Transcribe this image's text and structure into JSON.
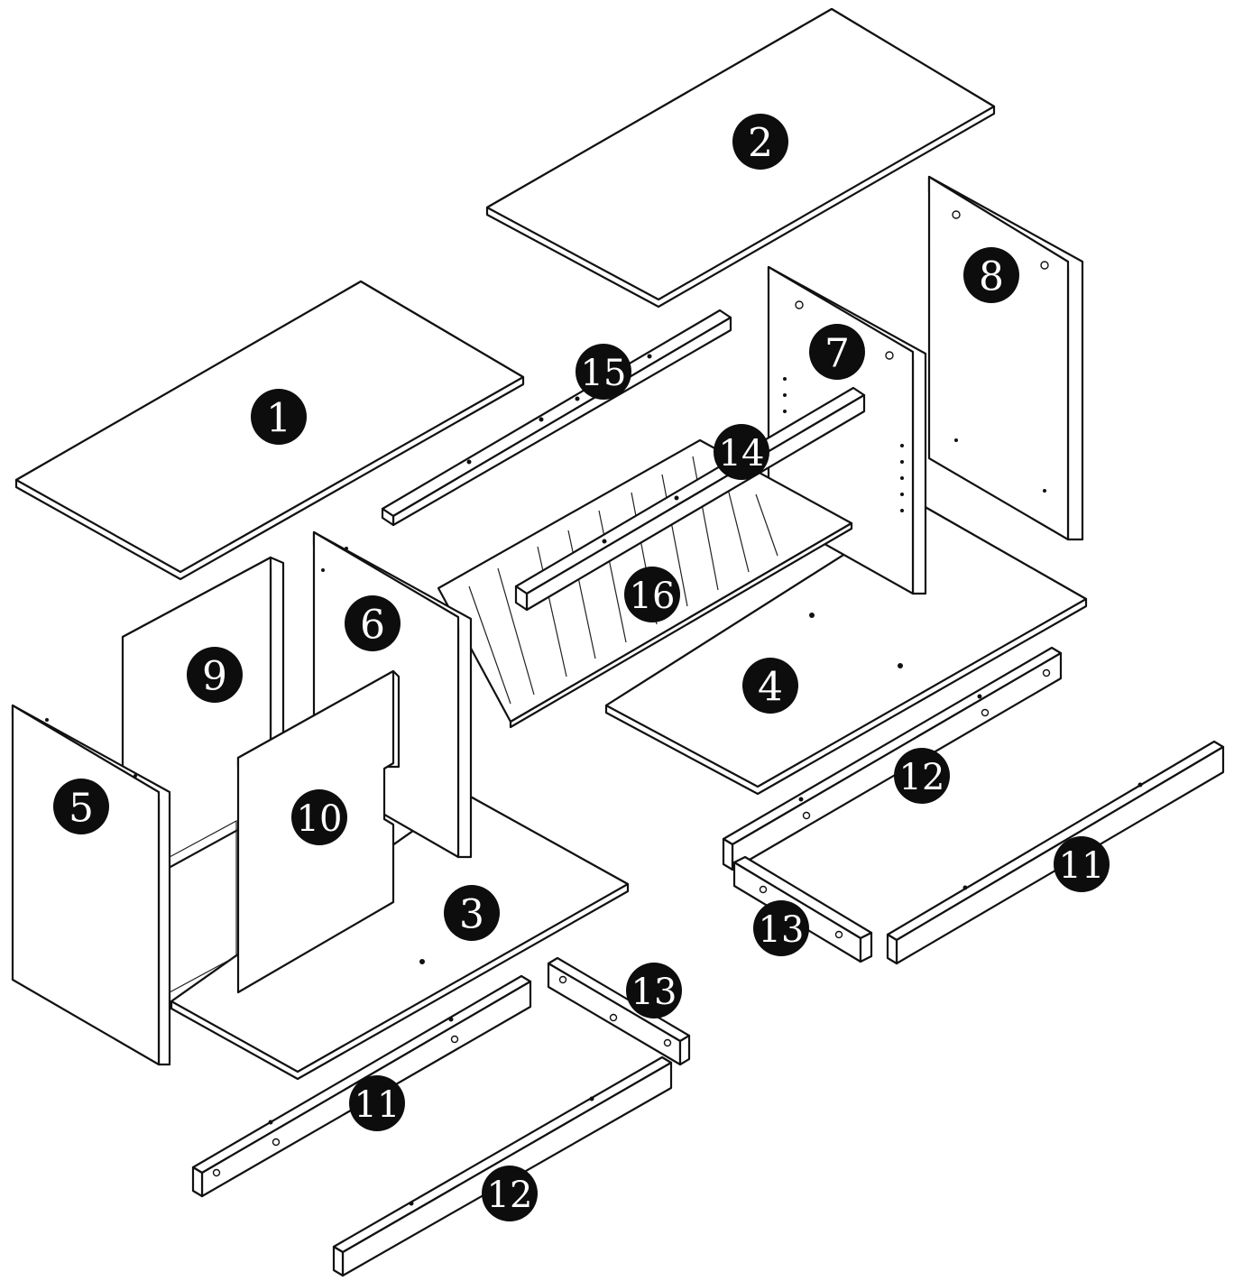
{
  "diagram": {
    "colors": {
      "line": "#111111",
      "badge": "#0d0d0d",
      "badge_text": "#ffffff",
      "background": "#ffffff"
    },
    "parts": [
      {
        "id": "part-1",
        "label": "1"
      },
      {
        "id": "part-2",
        "label": "2"
      },
      {
        "id": "part-3",
        "label": "3"
      },
      {
        "id": "part-4",
        "label": "4"
      },
      {
        "id": "part-5",
        "label": "5"
      },
      {
        "id": "part-6",
        "label": "6"
      },
      {
        "id": "part-7",
        "label": "7"
      },
      {
        "id": "part-8",
        "label": "8"
      },
      {
        "id": "part-9",
        "label": "9"
      },
      {
        "id": "part-10",
        "label": "10"
      },
      {
        "id": "part-11a",
        "label": "11"
      },
      {
        "id": "part-11b",
        "label": "11"
      },
      {
        "id": "part-12a",
        "label": "12"
      },
      {
        "id": "part-12b",
        "label": "12"
      },
      {
        "id": "part-13a",
        "label": "13"
      },
      {
        "id": "part-13b",
        "label": "13"
      },
      {
        "id": "part-14",
        "label": "14"
      },
      {
        "id": "part-15",
        "label": "15"
      },
      {
        "id": "part-16",
        "label": "16"
      }
    ]
  }
}
